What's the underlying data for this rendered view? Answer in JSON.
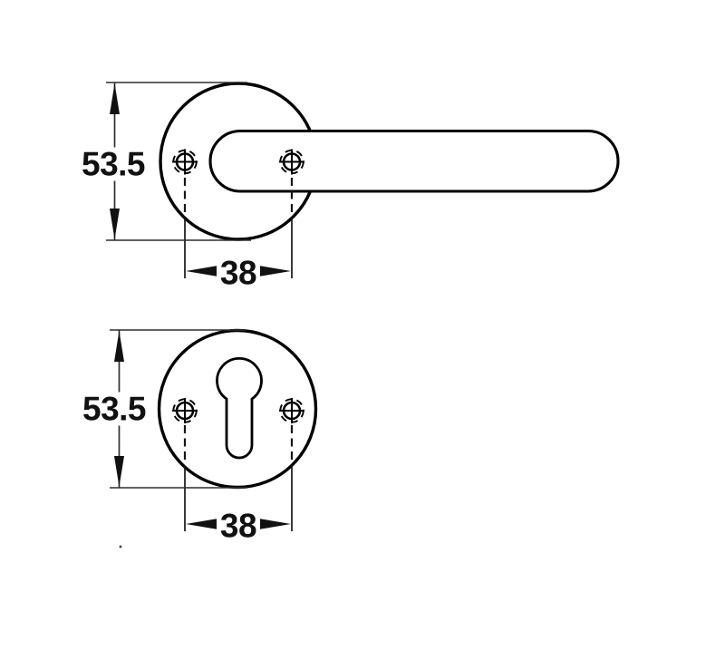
{
  "drawing": {
    "top_figure": {
      "diameter": "53.5",
      "hole_spacing": "38"
    },
    "bottom_figure": {
      "diameter": "53.5",
      "hole_spacing": "38"
    }
  },
  "colors": {
    "outline": "#000000",
    "dimension_line": "#2e2e2e",
    "label_text": "#111111",
    "background": "#ffffff"
  },
  "icons": {
    "screw_hole_marker": "crosshair-target-icon",
    "keyhole": "euro-profile-cylinder-keyhole-icon"
  }
}
